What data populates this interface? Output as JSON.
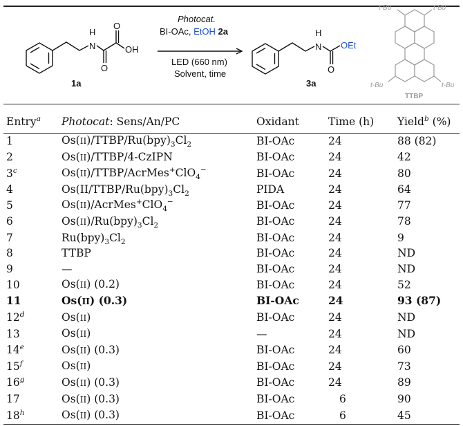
{
  "scheme": {
    "conditions_title": "Photocat.",
    "reagent_prefix": "BI-OAc, ",
    "reagent_blue": "EtOH",
    "reagent_id": "2a",
    "light": "LED (660 nm)",
    "solvent_time": "Solvent, time",
    "substrate_label": "1a",
    "product_label": "3a",
    "ttbp_label": "TTBP",
    "atom_H": "H",
    "atom_N": "N",
    "atom_O": "O",
    "atom_OH": "OH",
    "atom_OEt": "OEt",
    "tbu": "t-Bu"
  },
  "table": {
    "headers": {
      "entry": "Entry",
      "entry_sup": "a",
      "photocat_italic": "Photocat",
      "photocat_rest": ": Sens/An/PC",
      "oxidant": "Oxidant",
      "time": "Time (h)",
      "yield": "Yield",
      "yield_sup": "b",
      "yield_unit": " (%)"
    },
    "rows": [
      {
        "entry": "1",
        "sup": "",
        "photocat": "Os(II)/TTBP/Ru(bpy)3Cl2",
        "oxidant": "BI-OAc",
        "time": "24",
        "yield": "88 (82)",
        "bold": false
      },
      {
        "entry": "2",
        "sup": "",
        "photocat": "Os(II)/TTBP/4-CzIPN",
        "oxidant": "BI-OAc",
        "time": "24",
        "yield": "42",
        "bold": false
      },
      {
        "entry": "3",
        "sup": "c",
        "photocat": "Os(II)/TTBP/AcrMes+ClO4−",
        "oxidant": "BI-OAc",
        "time": "24",
        "yield": "80",
        "bold": false
      },
      {
        "entry": "4",
        "sup": "",
        "photocat": "Os(II/TTBP/Ru(bpy)3Cl2",
        "oxidant": "PIDA",
        "time": "24",
        "yield": "64",
        "bold": false
      },
      {
        "entry": "5",
        "sup": "",
        "photocat": "Os(II)/AcrMes+ClO4−",
        "oxidant": "BI-OAc",
        "time": "24",
        "yield": "77",
        "bold": false
      },
      {
        "entry": "6",
        "sup": "",
        "photocat": "Os(II)/Ru(bpy)3Cl2",
        "oxidant": "BI-OAc",
        "time": "24",
        "yield": "78",
        "bold": false
      },
      {
        "entry": "7",
        "sup": "",
        "photocat": "Ru(bpy)3Cl2",
        "oxidant": "BI-OAc",
        "time": "24",
        "yield": "9",
        "bold": false
      },
      {
        "entry": "8",
        "sup": "",
        "photocat": "TTBP",
        "oxidant": "BI-OAc",
        "time": "24",
        "yield": "ND",
        "bold": false
      },
      {
        "entry": "9",
        "sup": "",
        "photocat": "—",
        "oxidant": "BI-OAc",
        "time": "24",
        "yield": "ND",
        "bold": false
      },
      {
        "entry": "10",
        "sup": "",
        "photocat": "Os(II) (0.2)",
        "oxidant": "BI-OAc",
        "time": "24",
        "yield": "52",
        "bold": false
      },
      {
        "entry": "11",
        "sup": "",
        "photocat": "Os(II) (0.3)",
        "oxidant": "BI-OAc",
        "time": "24",
        "yield": "93 (87)",
        "bold": true
      },
      {
        "entry": "12",
        "sup": "d",
        "photocat": "Os(II)",
        "oxidant": "BI-OAc",
        "time": "24",
        "yield": "ND",
        "bold": false
      },
      {
        "entry": "13",
        "sup": "",
        "photocat": "Os(II)",
        "oxidant": "—",
        "time": "24",
        "yield": "ND",
        "bold": false
      },
      {
        "entry": "14",
        "sup": "e",
        "photocat": "Os(II) (0.3)",
        "oxidant": "BI-OAc",
        "time": "24",
        "yield": "60",
        "bold": false
      },
      {
        "entry": "15",
        "sup": "f",
        "photocat": "Os(II)",
        "oxidant": "BI-OAc",
        "time": "24",
        "yield": "73",
        "bold": false
      },
      {
        "entry": "16",
        "sup": "g",
        "photocat": "Os(II) (0.3)",
        "oxidant": "BI-OAc",
        "time": "24",
        "yield": "89",
        "bold": false
      },
      {
        "entry": "17",
        "sup": "",
        "photocat": "Os(II) (0.3)",
        "oxidant": "BI-OAc",
        "time": "6",
        "yield": "90",
        "bold": false
      },
      {
        "entry": "18",
        "sup": "h",
        "photocat": "Os(II) (0.3)",
        "oxidant": "BI-OAc",
        "time": "6",
        "yield": "45",
        "bold": false
      }
    ]
  }
}
